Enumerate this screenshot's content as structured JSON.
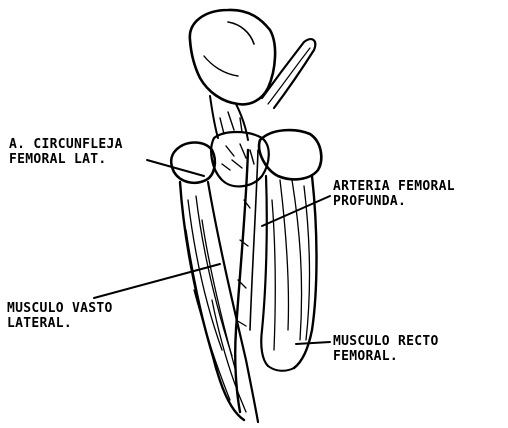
{
  "colors": {
    "ink": "#000000",
    "paper": "#ffffff"
  },
  "labels": {
    "a_circunfleja": {
      "line1": "A. CIRCUNFLEJA",
      "line2": "FEMORAL LAT."
    },
    "arteria_femoral": {
      "line1": "ARTERIA FEMORAL",
      "line2": "PROFUNDA."
    },
    "musculo_vasto": {
      "line1": "MUSCULO VASTO",
      "line2": "LATERAL."
    },
    "musculo_recto": {
      "line1": "MUSCULO RECTO",
      "line2": "FEMORAL."
    }
  }
}
